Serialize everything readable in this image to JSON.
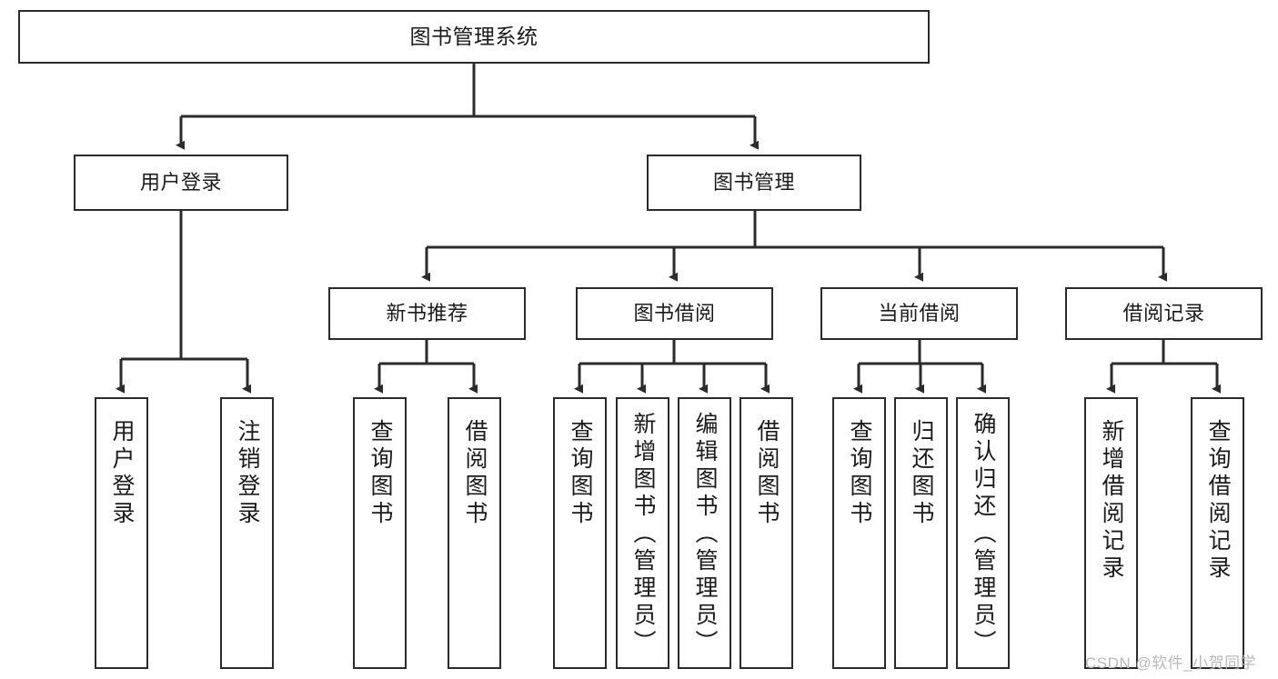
{
  "diagram": {
    "title": "图书管理系统",
    "root": {
      "label": "图书管理系统"
    },
    "level2": [
      {
        "label": "用户登录"
      },
      {
        "label": "图书管理"
      }
    ],
    "level3": [
      {
        "label": "新书推荐"
      },
      {
        "label": "图书借阅"
      },
      {
        "label": "当前借阅"
      },
      {
        "label": "借阅记录"
      }
    ],
    "leaves": {
      "user_login": [
        {
          "label": "用户登录"
        },
        {
          "label": "注销登录"
        }
      ],
      "new_book_recommend": [
        {
          "label": "查询图书"
        },
        {
          "label": "借阅图书"
        }
      ],
      "book_borrow": [
        {
          "label": "查询图书"
        },
        {
          "label": "新增图书（管理员）"
        },
        {
          "label": "编辑图书（管理员）"
        },
        {
          "label": "借阅图书"
        }
      ],
      "current_borrow": [
        {
          "label": "查询图书"
        },
        {
          "label": "归还图书"
        },
        {
          "label": "确认归还（管理员）"
        }
      ],
      "borrow_record": [
        {
          "label": "新增借阅记录"
        },
        {
          "label": "查询借阅记录"
        }
      ]
    }
  },
  "watermark": {
    "text": "CSDN @软件_小贺同学"
  },
  "colors": {
    "box_border": "#2b2b2b",
    "box_fill": "#ffffff",
    "text": "#1b1b1b",
    "edge": "#2b2b2b",
    "watermark": "#b9b9b9"
  }
}
